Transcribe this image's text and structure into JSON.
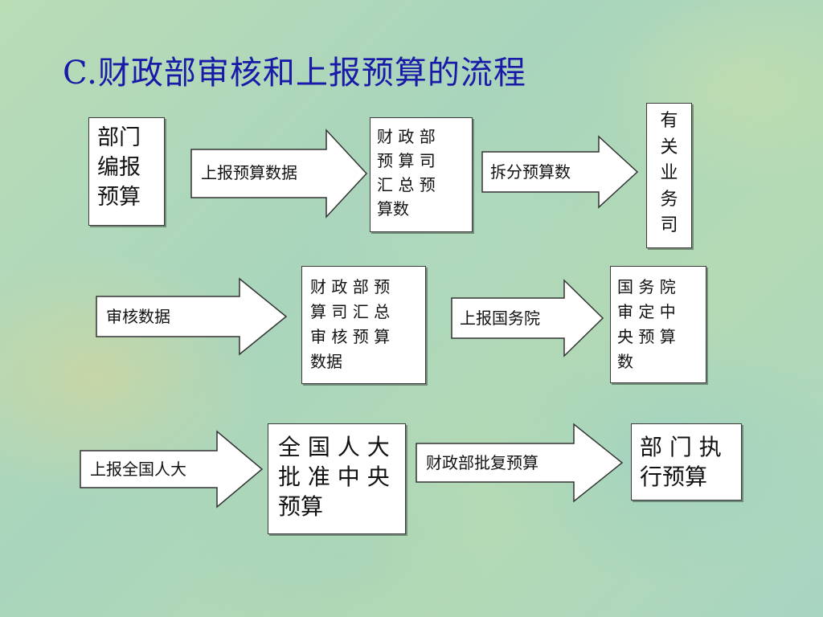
{
  "title": "C.财政部审核和上报预算的流程",
  "nodes": {
    "dept_compile": "部门\n编报\n预算",
    "mof_dept_summary": "财 政 部\n预 算 司\n汇 总 预\n算数",
    "business_depts": "有\n关\n业\n务\n司",
    "mof_review": "财 政 部 预\n算 司 汇 总\n审 核 预 算\n数据",
    "state_council": "国 务 院\n审 定 中\n央 预 算\n数",
    "npc_approve": "全 国 人 大\n批 准 中 央\n预算",
    "dept_execute": "部 门 执\n行预算"
  },
  "arrows": {
    "report_budget_data": "上报预算数据",
    "split_budget": "拆分预算数",
    "review_data": "审核数据",
    "report_state_council": "上报国务院",
    "report_npc": "上报全国人大",
    "mof_reply_budget": "财政部批复预算"
  },
  "colors": {
    "title": "#1a1aa8",
    "box_fill": "#ffffff",
    "stroke": "#333333"
  }
}
